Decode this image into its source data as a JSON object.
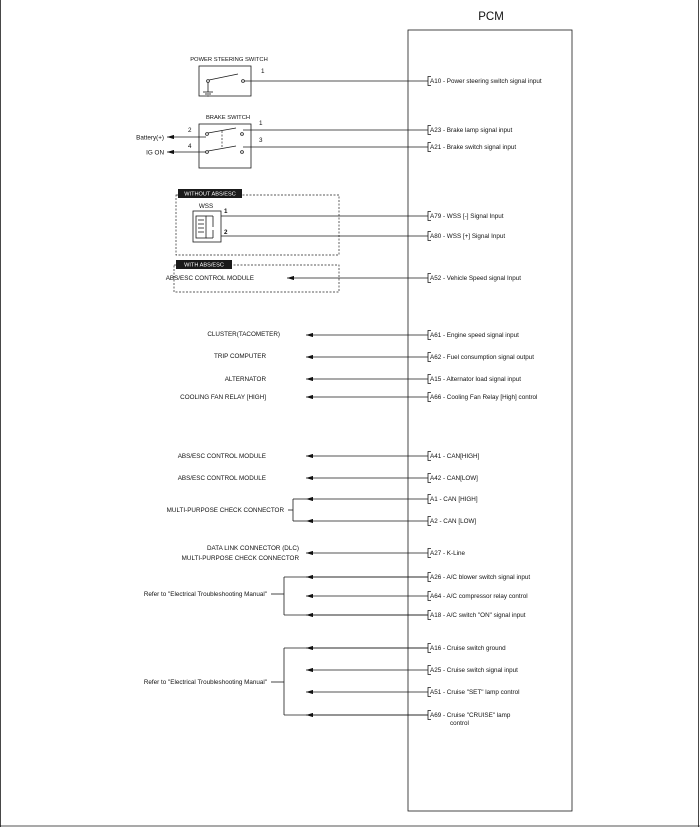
{
  "pcm": {
    "title": "PCM"
  },
  "switches": {
    "power_steering": {
      "title": "POWER STEERING SWITCH",
      "pin": "1"
    },
    "brake": {
      "title": "BRAKE SWITCH",
      "pin1": "1",
      "pin3": "3",
      "pin2": "2",
      "pin4": "4",
      "battery": "Battery(+)",
      "ig_on": "IG ON"
    }
  },
  "wss_box": {
    "header": "WITHOUT ABS/ESC",
    "title": "WSS",
    "pin1": "1",
    "pin2": "2"
  },
  "abs_box": {
    "header": "WITH ABS/ESC",
    "module": "ABS/ESC CONTROL MODULE"
  },
  "left_labels": {
    "cluster": "CLUSTER(TACOMETER)",
    "trip": "TRIP COMPUTER",
    "alternator": "ALTERNATOR",
    "fan": "COOLING FAN RELAY [HIGH]",
    "abs1": "ABS/ESC CONTROL MODULE",
    "abs2": "ABS/ESC CONTROL MODULE",
    "mpcc": "MULTI-PURPOSE CHECK CONNECTOR",
    "dlc1": "DATA LINK CONNECTOR (DLC)",
    "dlc2": "MULTI-PURPOSE CHECK CONNECTOR",
    "ref1": "Refer to \"Electrical Troubleshooting Manual\"",
    "ref2": "Refer to \"Electrical Troubleshooting Manual\""
  },
  "pins": [
    {
      "code": "A10",
      "desc": "Power steering switch signal input"
    },
    {
      "code": "A23",
      "desc": "Brake lamp signal input"
    },
    {
      "code": "A21",
      "desc": "Brake switch signal input"
    },
    {
      "code": "A79",
      "desc": "WSS [-] Signal Input"
    },
    {
      "code": "A80",
      "desc": "WSS [+] Signal Input"
    },
    {
      "code": "A52",
      "desc": "Vehicle Speed signal Input"
    },
    {
      "code": "A61",
      "desc": "Engine speed signal input"
    },
    {
      "code": "A62",
      "desc": "Fuel consumption signal output"
    },
    {
      "code": "A15",
      "desc": "Alternator load signal input"
    },
    {
      "code": "A66",
      "desc": "Cooling Fan Relay [High] control"
    },
    {
      "code": "A41",
      "desc": "CAN[HIGH]"
    },
    {
      "code": "A42",
      "desc": "CAN[LOW]"
    },
    {
      "code": "A1",
      "desc": "CAN [HIGH]"
    },
    {
      "code": "A2",
      "desc": "CAN [LOW]"
    },
    {
      "code": "A27",
      "desc": "K-Line"
    },
    {
      "code": "A26",
      "desc": "A/C blower switch signal input"
    },
    {
      "code": "A64",
      "desc": "A/C compressor relay control"
    },
    {
      "code": "A18",
      "desc": "A/C switch \"ON\" signal input"
    },
    {
      "code": "A16",
      "desc": "Cruise switch ground"
    },
    {
      "code": "A25",
      "desc": "Cruise switch signal input"
    },
    {
      "code": "A51",
      "desc": "Cruise \"SET\" lamp control"
    },
    {
      "code": "A69",
      "desc": "Cruise \"CRUISE\" lamp",
      "desc2": "control"
    }
  ]
}
